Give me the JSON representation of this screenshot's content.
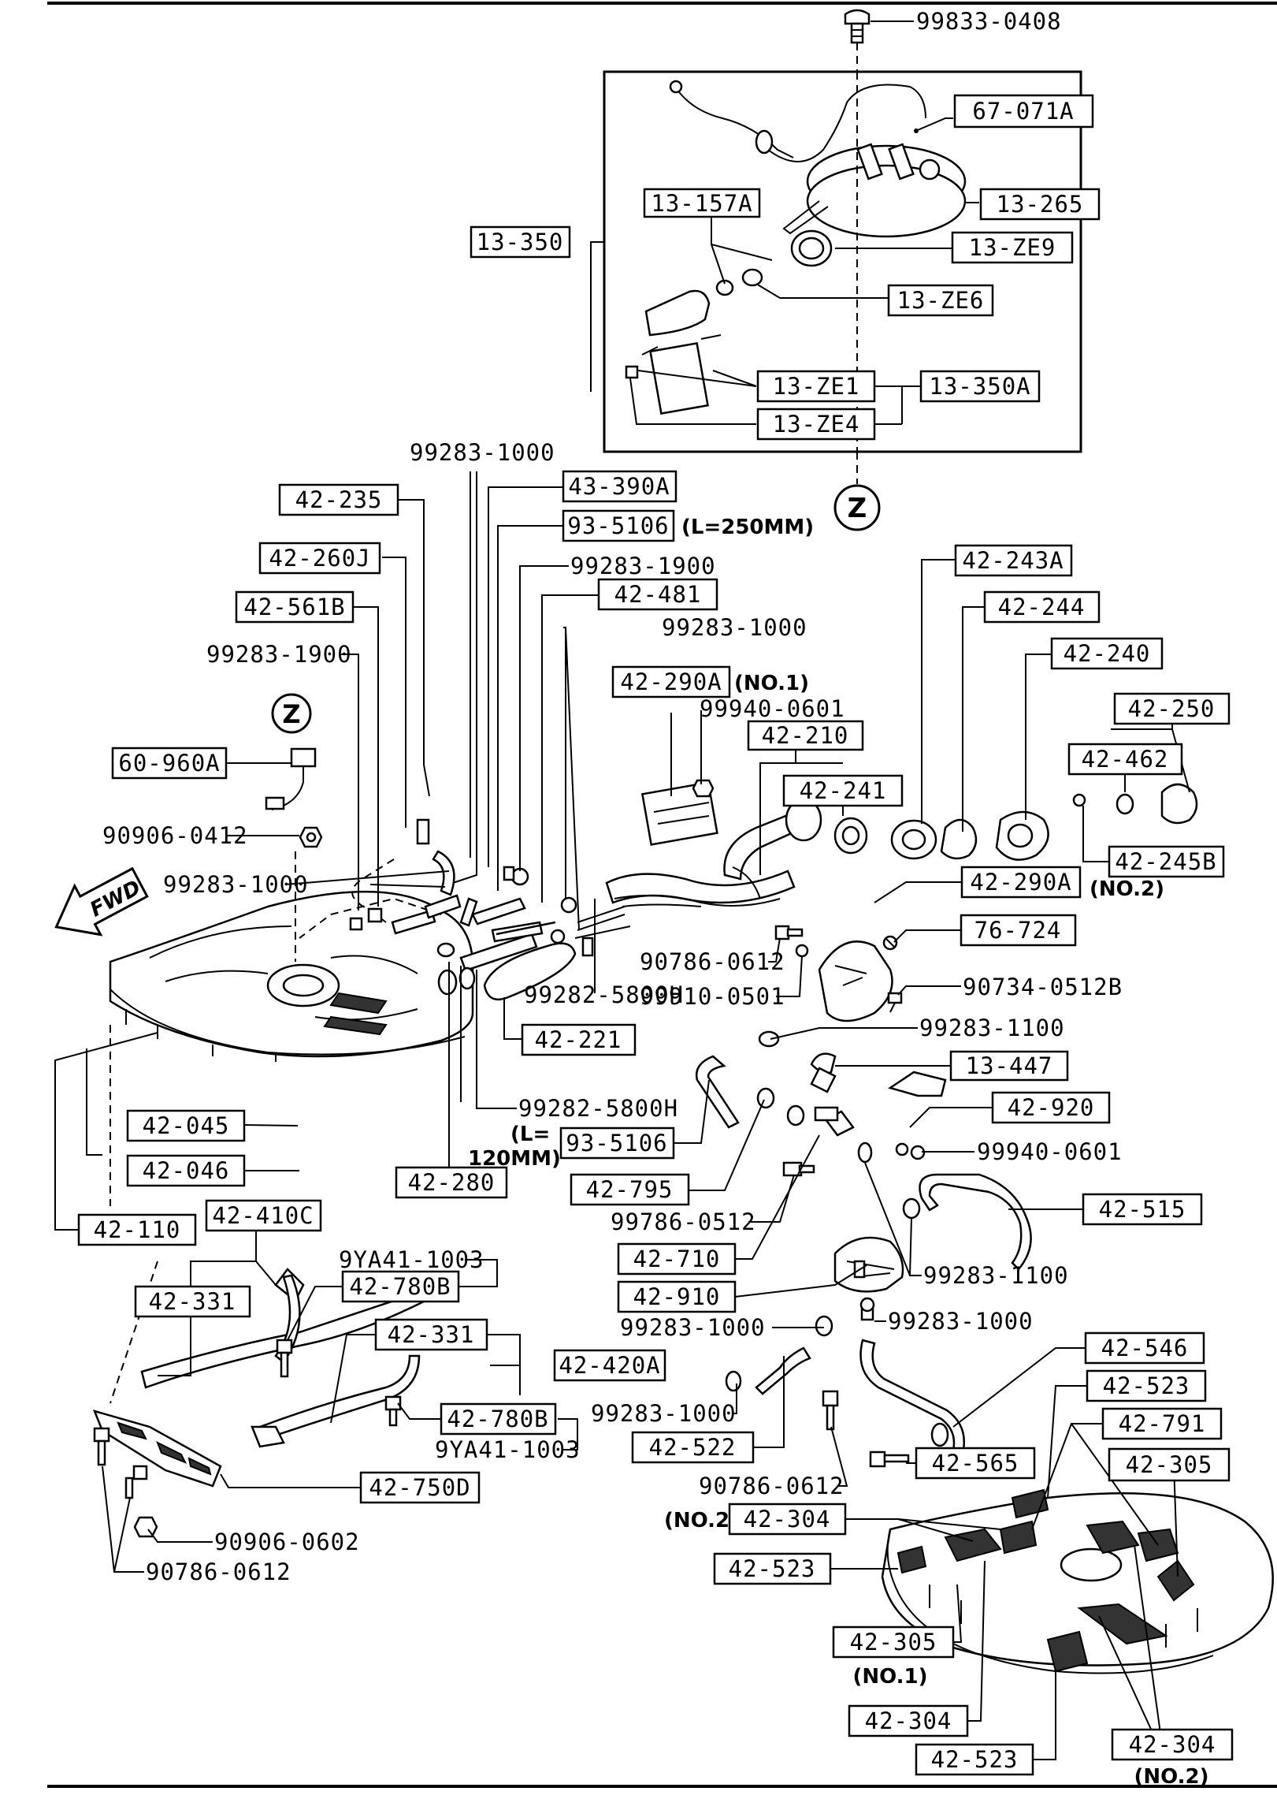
{
  "diagram": {
    "zone_marker": "Z",
    "forward_arrow": "FWD",
    "labels": {
      "p99833_0408": "99833-0408",
      "p67_071A": "67-071A",
      "p13_265": "13-265",
      "p13_157A": "13-157A",
      "p13_350": "13-350",
      "p13_ZE9": "13-ZE9",
      "p13_ZE6": "13-ZE6",
      "p13_ZE1": "13-ZE1",
      "p13_350A": "13-350A",
      "p13_ZE4": "13-ZE4",
      "p99283_1000_a": "99283-1000",
      "p43_390A": "43-390A",
      "p42_235": "42-235",
      "p93_5106_a": "93-5106",
      "p93_5106_a_note": "(L=250MM)",
      "p42_260J": "42-260J",
      "p99283_1900_a": "99283-1900",
      "p42_481": "42-481",
      "p42_561B": "42-561B",
      "p99283_1000_b": "99283-1000",
      "p99283_1900_b": "99283-1900",
      "p42_243A": "42-243A",
      "p42_244": "42-244",
      "p42_240": "42-240",
      "p42_290A_a": "42-290A",
      "p42_290A_a_note": "(NO.1)",
      "p99940_0601_a": "99940-0601",
      "p42_250": "42-250",
      "p42_210": "42-210",
      "p60_960A": "60-960A",
      "p42_462": "42-462",
      "p42_241": "42-241",
      "p90906_0412": "90906-0412",
      "p42_245B": "42-245B",
      "p42_245B_note": "(NO.2)",
      "p99283_1000_c": "99283-1000",
      "p42_290A_b": "42-290A",
      "p76_724": "76-724",
      "p90786_0612_a": "90786-0612",
      "p99910_0501": "99910-0501",
      "p90734_0512B": "90734-0512B",
      "p99282_5800H_a": "99282-5800H",
      "p42_221": "42-221",
      "p99283_1100_a": "99283-1100",
      "p13_447": "13-447",
      "p42_045": "42-045",
      "p99282_5800H_b": "99282-5800H",
      "p99282_5800H_b_note1": "(L=",
      "p99282_5800H_b_note2": "120MM)",
      "p42_920": "42-920",
      "p93_5106_b": "93-5106",
      "p99940_0601_b": "99940-0601",
      "p42_046": "42-046",
      "p42_280": "42-280",
      "p42_795": "42-795",
      "p42_515": "42-515",
      "p99786_0512": "99786-0512",
      "p42_110": "42-110",
      "p42_410C": "42-410C",
      "p42_710": "42-710",
      "p9YA41_1003_a": "9YA41-1003",
      "p99283_1100_b": "99283-1100",
      "p42_331_a": "42-331",
      "p42_780B_a": "42-780B",
      "p42_910": "42-910",
      "p99283_1000_d": "99283-1000",
      "p99283_1000_e": "99283-1000",
      "p42_331_b": "42-331",
      "p42_420A": "42-420A",
      "p42_546": "42-546",
      "p42_523_a": "42-523",
      "p99283_1000_f": "99283-1000",
      "p42_780B_b": "42-780B",
      "p42_791": "42-791",
      "p42_522": "42-522",
      "p9YA41_1003_b": "9YA41-1003",
      "p42_565": "42-565",
      "p42_305_a": "42-305",
      "p42_750D": "42-750D",
      "p90786_0612_b": "90786-0612",
      "p42_304_a_note": "(NO.2)",
      "p42_304_a": "42-304",
      "p90906_0602": "90906-0602",
      "p42_523_b": "42-523",
      "p90786_0612_c": "90786-0612",
      "p42_305_b": "42-305",
      "p42_305_b_note": "(NO.1)",
      "p42_304_b": "42-304",
      "p42_304_c": "42-304",
      "p42_523_c": "42-523",
      "p42_304_c_note": "(NO.2)"
    }
  }
}
